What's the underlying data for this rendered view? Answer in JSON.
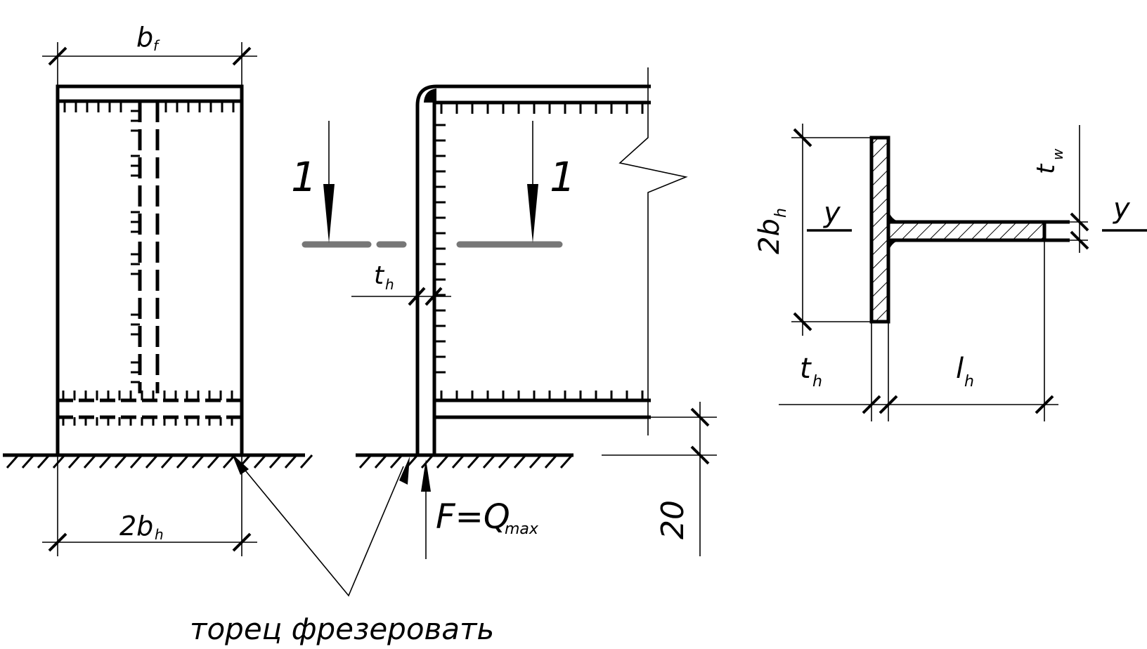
{
  "labels": {
    "bf_main": "b",
    "bf_sub": "f",
    "two_bh_bottom_main": "2b",
    "two_bh_bottom_sub": "h",
    "section_left": "1",
    "section_right": "1",
    "th_mid_main": "t",
    "th_mid_sub": "h",
    "force_main": "F=Q",
    "force_sub": "max",
    "dim_20": "20",
    "note": "торец фрезеровать",
    "two_bh_right_main": "2b",
    "two_bh_right_sub": "h",
    "axis_y_left": "y",
    "axis_y_right": "y",
    "tw_main": "t",
    "tw_sub": "w",
    "th_right_main": "t",
    "th_right_sub": "h",
    "lh_main": "l",
    "lh_sub": "h"
  }
}
